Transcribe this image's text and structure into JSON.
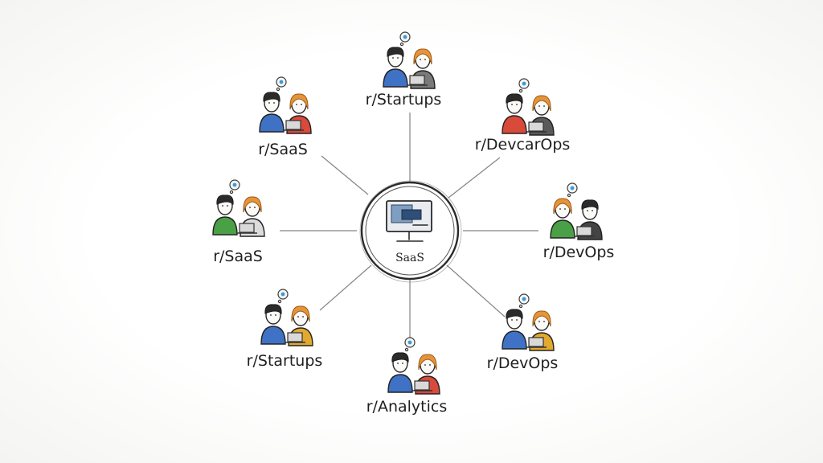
{
  "hub": {
    "label": "SaaS",
    "icon": "monitor-icon"
  },
  "nodes": [
    {
      "id": "top",
      "label": "r/Startups",
      "left_color": "#3f72c4",
      "right_color": "#7a7a7a",
      "left_hair": "dark",
      "right_hair": "orange"
    },
    {
      "id": "top-right",
      "label": "r/DevcarOps",
      "left_color": "#d84a3a",
      "right_color": "#5a5a5a",
      "left_hair": "dark",
      "right_hair": "orange"
    },
    {
      "id": "right",
      "label": "r/DevOps",
      "left_color": "#4aa046",
      "right_color": "#444444",
      "left_hair": "orange",
      "right_hair": "dark"
    },
    {
      "id": "bottom-right",
      "label": "r/DevOps",
      "left_color": "#3f72c4",
      "right_color": "#e2a92e",
      "left_hair": "dark",
      "right_hair": "orange"
    },
    {
      "id": "bottom",
      "label": "r/Analytics",
      "left_color": "#3f72c4",
      "right_color": "#d84a3a",
      "left_hair": "dark",
      "right_hair": "orange"
    },
    {
      "id": "bottom-left",
      "label": "r/Startups",
      "left_color": "#3f72c4",
      "right_color": "#e2a92e",
      "left_hair": "dark",
      "right_hair": "orange"
    },
    {
      "id": "left",
      "label": "r/SaaS",
      "left_color": "#4aa046",
      "right_color": "#dcdcdc",
      "left_hair": "dark",
      "right_hair": "orange"
    },
    {
      "id": "top-left",
      "label": "r/SaaS",
      "left_color": "#3f72c4",
      "right_color": "#d84a3a",
      "left_hair": "dark",
      "right_hair": "orange"
    }
  ]
}
